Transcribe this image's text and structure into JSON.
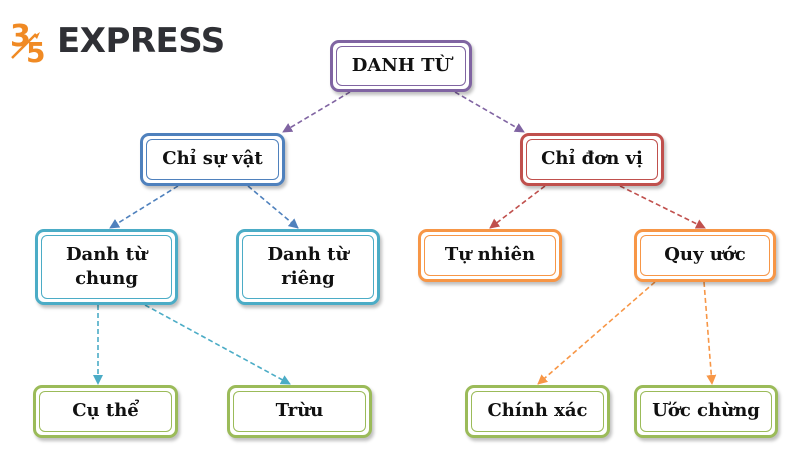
{
  "brand": {
    "logo_text": "EXPRESS"
  },
  "colors": {
    "purple": "#8064a2",
    "blue": "#4f81bd",
    "red": "#c0504d",
    "cyan": "#4bacc6",
    "orange": "#f79646",
    "green": "#9bbb59"
  },
  "nodes": {
    "root": "DANH TỪ",
    "thing": "Chỉ sự vật",
    "unit": "Chỉ đơn vị",
    "common": "Danh từ\nchung",
    "proper": "Danh từ\nriêng",
    "natural": "Tự nhiên",
    "convention": "Quy ước",
    "concrete": "Cụ thể",
    "abstract": "Trừu",
    "exact": "Chính xác",
    "approx": "Ước chừng"
  }
}
